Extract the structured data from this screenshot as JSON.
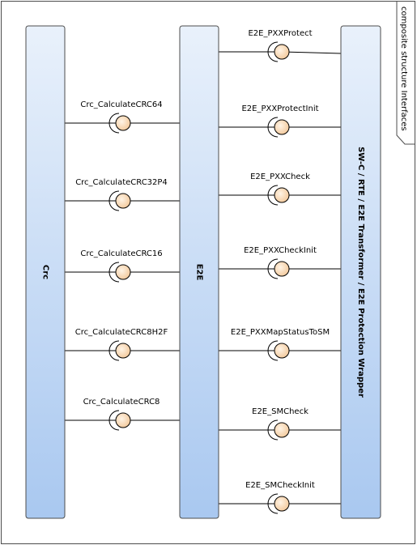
{
  "frame_label": "composite structure Interfaces",
  "components": {
    "crc": "Crc",
    "e2e": "E2E",
    "wrapper": "SW-C / RTE / E2E Transformer / E2E Protection Wrapper"
  },
  "left_interfaces": [
    "Crc_CalculateCRC64",
    "Crc_CalculateCRC32P4",
    "Crc_CalculateCRC16",
    "Crc_CalculateCRC8H2F",
    "Crc_CalculateCRC8"
  ],
  "right_interfaces": [
    "E2E_PXXProtect",
    "E2E_PXXProtectInit",
    "E2E_PXXCheck",
    "E2E_PXXCheckInit",
    "E2E_PXXMapStatusToSM",
    "E2E_SMCheck",
    "E2E_SMCheckInit"
  ],
  "colors": {
    "component_top": "#e9f1fb",
    "component_bottom": "#a9c8f0",
    "component_border": "#4d4d4d",
    "interface_fill_center": "#fff4e6",
    "interface_fill_edge": "#f2c89a"
  }
}
